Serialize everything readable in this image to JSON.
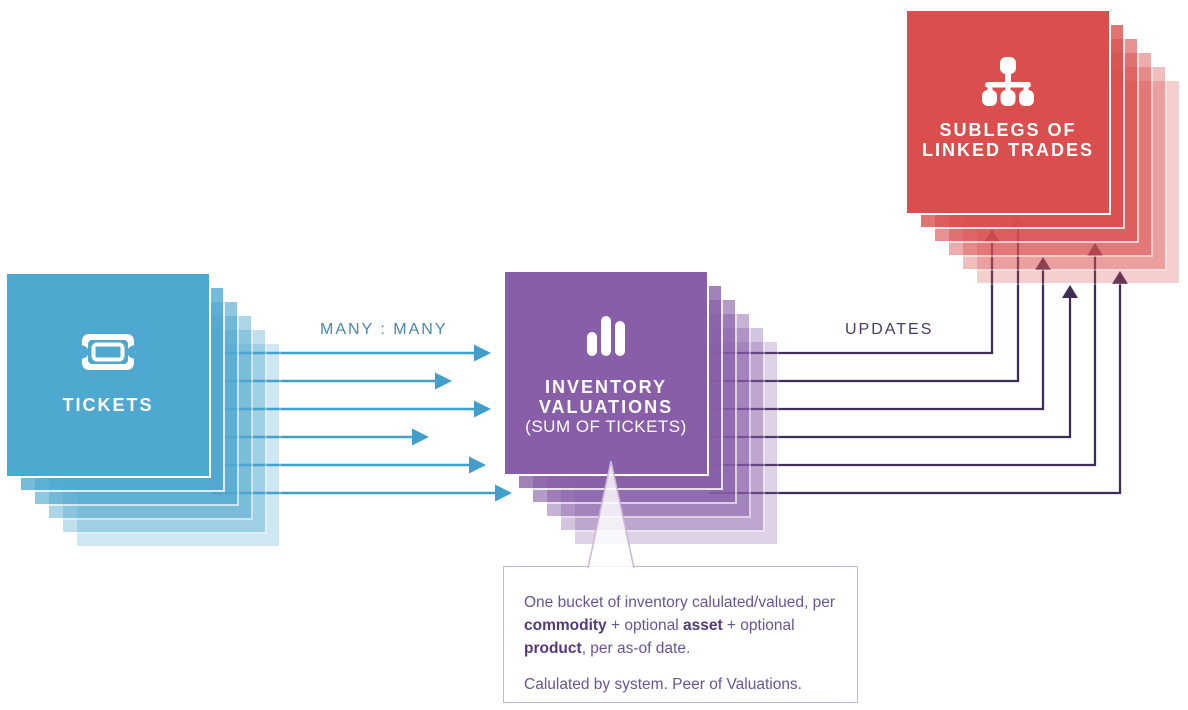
{
  "colors": {
    "tickets_blue": "#4FA8D0",
    "inventory_purple": "#875EA7",
    "sublegs_red": "#DB4E4E",
    "arrow_blue": "#429FCB",
    "line_dark": "#3D2C55",
    "many_label": "#4C87AB",
    "updates_label": "#4A3A5E",
    "tooltip_border": "#C9B6DA",
    "tooltip_text": "#6B5494",
    "tooltip_bold": "#53397E"
  },
  "nodes": {
    "tickets": {
      "label": "TICKETS",
      "icon": "ticket-icon"
    },
    "inventory": {
      "label_line1": "INVENTORY",
      "label_line2": "VALUATIONS",
      "sublabel": "(SUM OF TICKETS)",
      "icon": "bar-chart-icon"
    },
    "sublegs": {
      "label_line1": "SUBLEGS OF",
      "label_line2": "LINKED TRADES",
      "icon": "org-chart-icon"
    }
  },
  "edges": {
    "tickets_to_inventory": {
      "label": "MANY : MANY",
      "arrow_count": 6
    },
    "inventory_to_sublegs": {
      "label": "UPDATES",
      "arrow_count": 6
    }
  },
  "tooltip": {
    "seg1": "One bucket of inventory calulated/valued, per ",
    "bold1": "commodity",
    "seg2": " + optional ",
    "bold2": "asset",
    "seg3": " + optional ",
    "bold3": "product",
    "seg4": ", per as-of date.",
    "line2": "Calulated by system. Peer of Valuations."
  }
}
